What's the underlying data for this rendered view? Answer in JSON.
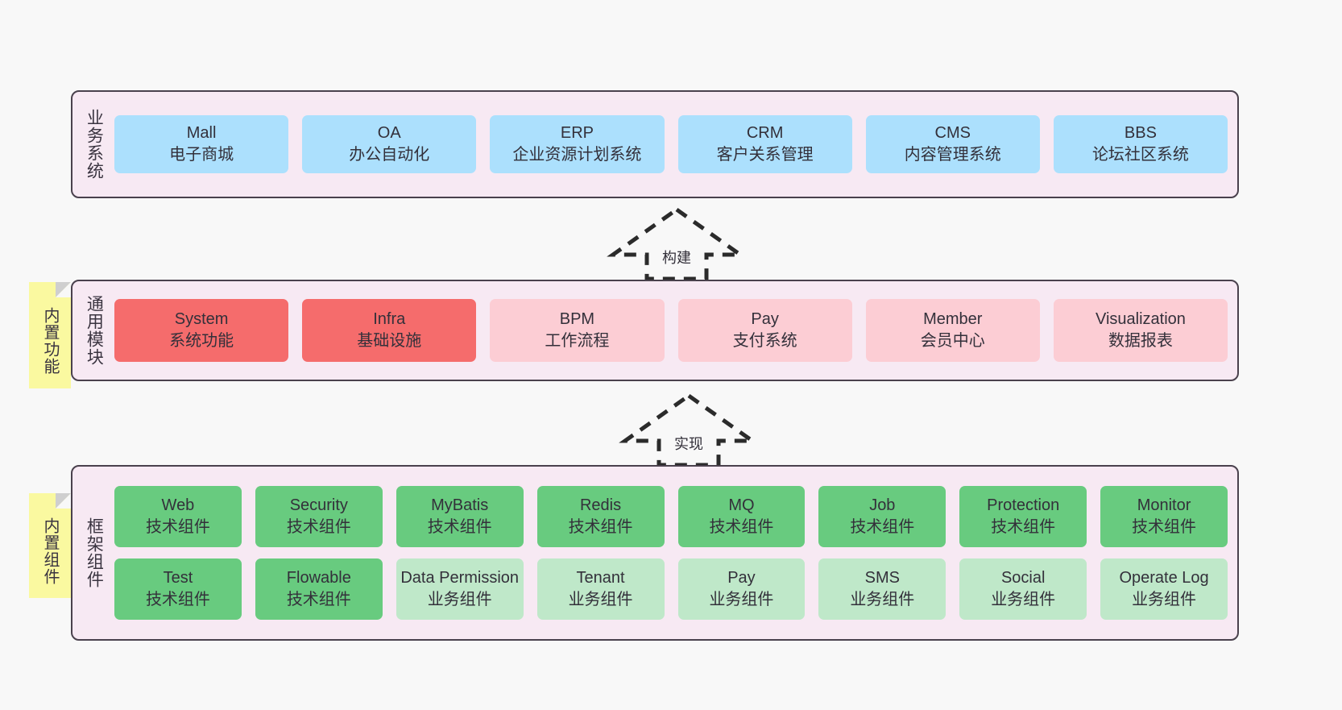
{
  "diagram": {
    "background_color": "#f8f8f8",
    "layer_fill": "#f7e9f3",
    "layer_border": "#4a414d",
    "colors": {
      "blue": "#ace0fd",
      "red": "#f56c6c",
      "red_light": "#fccdd4",
      "green": "#68cb7f",
      "green_light": "#bfe8c9",
      "note_yellow": "#faf9a0"
    }
  },
  "layers": [
    {
      "id": "business",
      "title": "业务系统",
      "cards": [
        {
          "name": "Mall",
          "desc": "电子商城",
          "color": "blue"
        },
        {
          "name": "OA",
          "desc": "办公自动化",
          "color": "blue"
        },
        {
          "name": "ERP",
          "desc": "企业资源计划系统",
          "color": "blue"
        },
        {
          "name": "CRM",
          "desc": "客户关系管理",
          "color": "blue"
        },
        {
          "name": "CMS",
          "desc": "内容管理系统",
          "color": "blue"
        },
        {
          "name": "BBS",
          "desc": "论坛社区系统",
          "color": "blue"
        }
      ]
    },
    {
      "id": "common",
      "title": "通用模块",
      "note": "内置功能",
      "cards": [
        {
          "name": "System",
          "desc": "系统功能",
          "color": "red"
        },
        {
          "name": "Infra",
          "desc": "基础设施",
          "color": "red"
        },
        {
          "name": "BPM",
          "desc": "工作流程",
          "color": "red_light"
        },
        {
          "name": "Pay",
          "desc": "支付系统",
          "color": "red_light"
        },
        {
          "name": "Member",
          "desc": "会员中心",
          "color": "red_light"
        },
        {
          "name": "Visualization",
          "desc": "数据报表",
          "color": "red_light"
        }
      ]
    },
    {
      "id": "framework",
      "title": "框架组件",
      "note": "内置组件",
      "row1": [
        {
          "name": "Web",
          "desc": "技术组件",
          "color": "green"
        },
        {
          "name": "Security",
          "desc": "技术组件",
          "color": "green"
        },
        {
          "name": "MyBatis",
          "desc": "技术组件",
          "color": "green"
        },
        {
          "name": "Redis",
          "desc": "技术组件",
          "color": "green"
        },
        {
          "name": "MQ",
          "desc": "技术组件",
          "color": "green"
        },
        {
          "name": "Job",
          "desc": "技术组件",
          "color": "green"
        },
        {
          "name": "Protection",
          "desc": "技术组件",
          "color": "green"
        },
        {
          "name": "Monitor",
          "desc": "技术组件",
          "color": "green"
        }
      ],
      "row2": [
        {
          "name": "Test",
          "desc": "技术组件",
          "color": "green"
        },
        {
          "name": "Flowable",
          "desc": "技术组件",
          "color": "green"
        },
        {
          "name": "Data Permission",
          "desc": "业务组件",
          "color": "green_light",
          "wrap": true
        },
        {
          "name": "Tenant",
          "desc": "业务组件",
          "color": "green_light"
        },
        {
          "name": "Pay",
          "desc": "业务组件",
          "color": "green_light"
        },
        {
          "name": "SMS",
          "desc": "业务组件",
          "color": "green_light"
        },
        {
          "name": "Social",
          "desc": "业务组件",
          "color": "green_light"
        },
        {
          "name": "Operate Log",
          "desc": "业务组件",
          "color": "green_light"
        }
      ]
    }
  ],
  "arrows": [
    {
      "id": "build",
      "label": "构建",
      "direction": "up",
      "style": "dashed-hollow"
    },
    {
      "id": "impl",
      "label": "实现",
      "direction": "up",
      "style": "dashed-hollow"
    }
  ]
}
